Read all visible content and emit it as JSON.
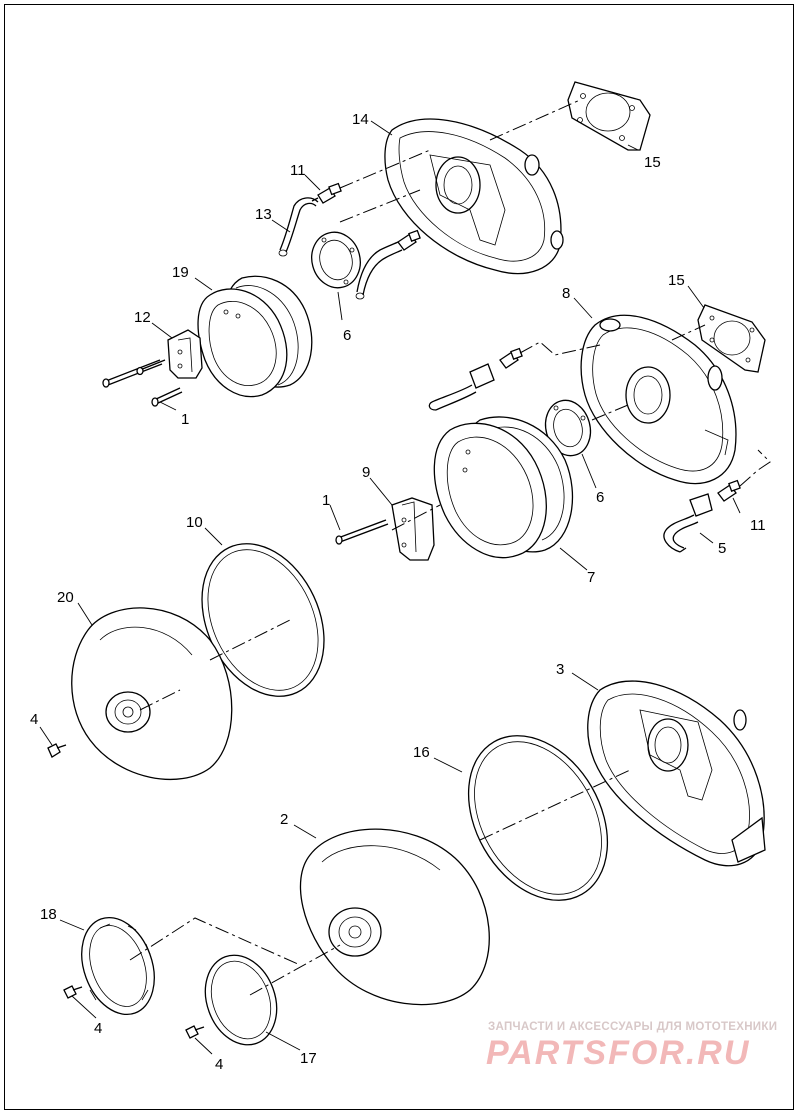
{
  "callouts": {
    "c1a": "1",
    "c1b": "1",
    "c2": "2",
    "c3": "3",
    "c4a": "4",
    "c4b": "4",
    "c4c": "4",
    "c5": "5",
    "c6a": "6",
    "c6b": "6",
    "c7": "7",
    "c8": "8",
    "c9": "9",
    "c10": "10",
    "c11a": "11",
    "c11b": "11",
    "c12": "12",
    "c13": "13",
    "c14": "14",
    "c15a": "15",
    "c15b": "15",
    "c16": "16",
    "c17": "17",
    "c18": "18",
    "c19": "19",
    "c20": "20"
  },
  "watermark": {
    "tagline": "ЗАПЧАСТИ И АКСЕССУАРЫ ДЛЯ МОТОТЕХНИКИ",
    "brand": "PARTSFOR.RU"
  }
}
